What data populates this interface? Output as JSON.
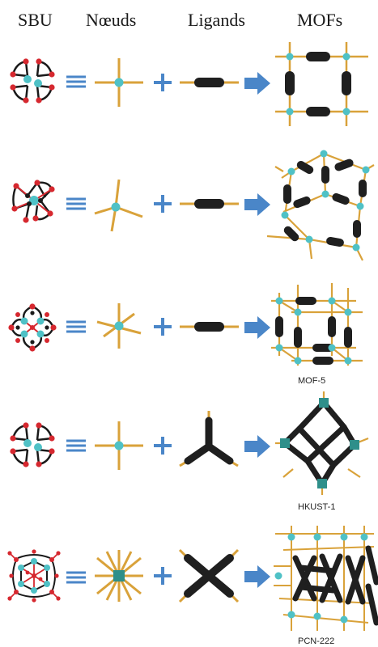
{
  "header": {
    "sbu": "SBU",
    "nodes": "Nœuds",
    "ligands": "Ligands",
    "mofs": "MOFs"
  },
  "rows": [
    {
      "id": "square",
      "node": "4-connected planar",
      "ligand": "linear",
      "mof": "square grid",
      "caption": ""
    },
    {
      "id": "tetrahedral",
      "node": "4-connected tetrahedral",
      "ligand": "linear",
      "mof": "diamond-like net",
      "caption": ""
    },
    {
      "id": "octahedral",
      "node": "6-connected octahedral",
      "ligand": "linear",
      "mof": "cubic net",
      "caption": "MOF-5"
    },
    {
      "id": "tritopic",
      "node": "4-connected planar",
      "ligand": "3-connected",
      "mof": "tbo net",
      "caption": "HKUST-1"
    },
    {
      "id": "tetratopic",
      "node": "8-connected",
      "ligand": "4-connected",
      "mof": "csq net",
      "caption": "PCN-222"
    }
  ],
  "colors": {
    "metal": "#4fc1c6",
    "oxygen": "#d6282f",
    "carbon": "#1a1a1a",
    "node_arm": "#d9a23a",
    "operator": "#4a86c8",
    "linker": "#1f1f1f"
  }
}
